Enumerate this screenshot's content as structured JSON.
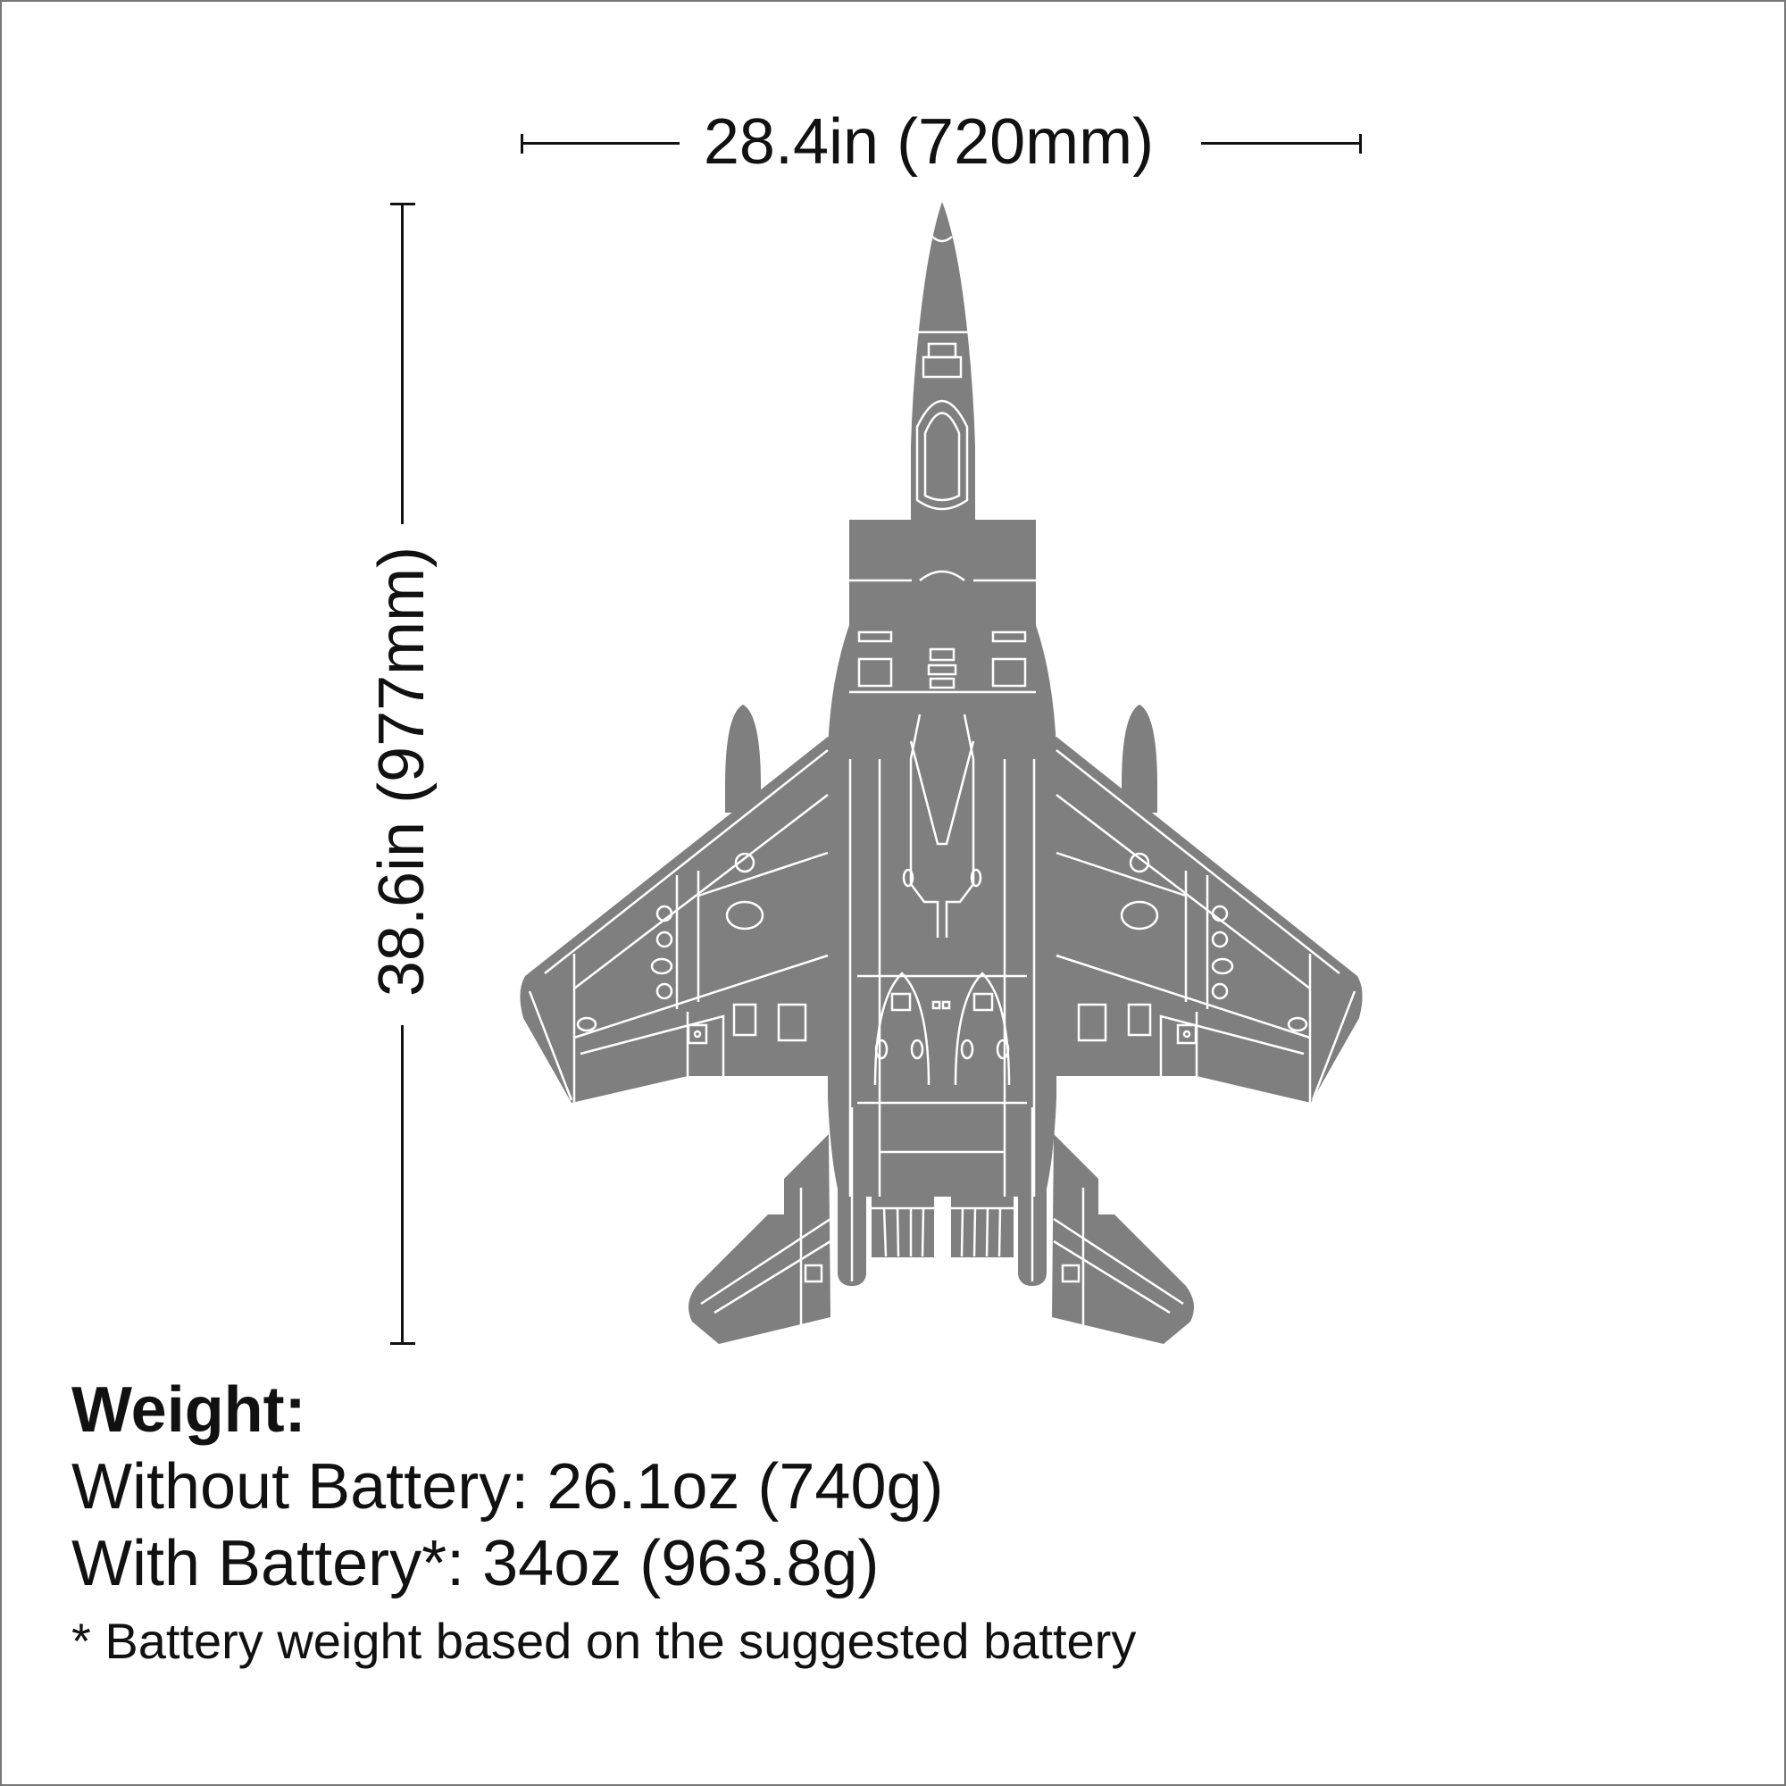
{
  "dimensions": {
    "wingspan": "28.4in (720mm)",
    "length": "38.6in (977mm)"
  },
  "weight": {
    "heading": "Weight:",
    "without_battery": "Without Battery: 26.1oz (740g)",
    "with_battery": "With Battery*: 34oz (963.8g)",
    "footnote": "* Battery weight based on the suggested battery"
  },
  "aircraft": {
    "view": "top-view-jet-silhouette",
    "fill_color": "#7f7f7f",
    "line_color": "#ffffff"
  },
  "colors": {
    "text": "#111111",
    "background": "#ffffff",
    "border": "#777777"
  }
}
